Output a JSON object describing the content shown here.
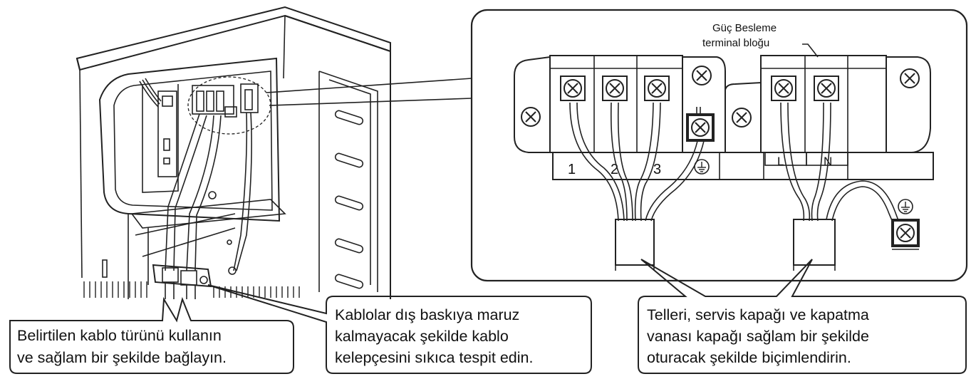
{
  "detail": {
    "supply_label_line1": "Güç Besleme",
    "supply_label_line2": "terminal bloğu",
    "terminal_numbers": [
      "1",
      "2",
      "3"
    ],
    "supply_terminals": [
      "L",
      "N"
    ]
  },
  "callouts": {
    "cable_type": {
      "line1": "Belirtilen kablo türünü kullanın",
      "line2": "ve sağlam bir şekilde bağlayın."
    },
    "clamp": {
      "line1": "Kablolar dış baskıya maruz",
      "line2": "kalmayacak şekilde kablo",
      "line3": "kelepçesini sıkıca tespit edin."
    },
    "wires": {
      "line1": "Telleri, servis kapağı ve kapatma",
      "line2": "vanası kapağı sağlam bir şekilde",
      "line3": "oturacak şekilde biçimlendirin."
    }
  }
}
